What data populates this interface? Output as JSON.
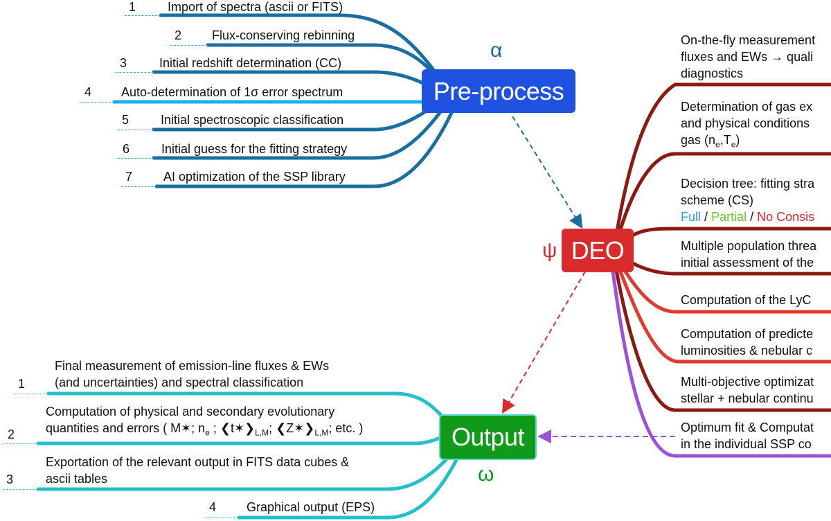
{
  "nodes": {
    "preprocess": {
      "label": "Pre-process",
      "greek": "α",
      "color": "#1f52e0"
    },
    "deo": {
      "label": "DEO",
      "greek": "ψ",
      "color": "#d92b2b"
    },
    "output": {
      "label": "Output",
      "greek": "ω",
      "color": "#119a1a"
    }
  },
  "preprocess_items": [
    {
      "num": "1",
      "text": "Import of spectra (ascii or FITS)"
    },
    {
      "num": "2",
      "text": "Flux-conserving rebinning"
    },
    {
      "num": "3",
      "text": "Initial redshift determination (CC)"
    },
    {
      "num": "4",
      "text": "Auto-determination of 1σ error spectrum"
    },
    {
      "num": "5",
      "text": "Initial spectroscopic classification"
    },
    {
      "num": "6",
      "text": "Initial guess for the fitting strategy"
    },
    {
      "num": "7",
      "text": "AI optimization of the SSP library"
    }
  ],
  "deo_items": [
    {
      "lines": [
        "On-the-fly measurement",
        "fluxes and EWs → quali",
        "diagnostics"
      ]
    },
    {
      "lines": [
        "Determination of gas ex",
        "and physical conditions",
        "gas (n",
        "e",
        ",T",
        "e",
        ")"
      ]
    },
    {
      "lines": [
        "Decision tree: fitting stra",
        "scheme (CS)"
      ],
      "legend": {
        "full": "Full",
        "sep": "/",
        "partial": "Partial",
        "no": "No Consis"
      }
    },
    {
      "lines": [
        "Multiple population threa",
        "initial assessment of the"
      ]
    },
    {
      "lines": [
        "Computation of the LyC"
      ]
    },
    {
      "lines": [
        "Computation of predicte",
        "luminosities & nebular c"
      ]
    },
    {
      "lines": [
        "Multi-objective optimizat",
        "stellar + nebular continu"
      ]
    },
    {
      "lines": [
        "Optimum fit & Computat",
        "in the individual SSP co"
      ]
    }
  ],
  "output_items": [
    {
      "num": "1",
      "line1": "Final measurement of emission-line fluxes & EWs",
      "line2": "(and uncertainties) and spectral classification"
    },
    {
      "num": "2",
      "line1": "Computation of physical and secondary evolutionary",
      "line2": "quantities and errors ( M✶; n",
      "l2b": "e",
      "l2c": " ; ❮t✶❯",
      "l2d": "L,M",
      "l2e": "; ❮Z✶❯",
      "l2f": "L,M",
      "l2g": "; etc. )"
    },
    {
      "num": "3",
      "line1": "Exportation of the relevant output in FITS data cubes &",
      "line2": "ascii tables"
    },
    {
      "num": "4",
      "line1": "Graphical output (EPS)",
      "line2": ""
    }
  ],
  "colors": {
    "pre_branch": "#1a6fa0",
    "pre_highlight": "#19b2e8",
    "deo_dark": "#8b1a12",
    "deo_light": "#e03a30",
    "deo_purple": "#9b52d6",
    "output_branch": "#22c0c8",
    "legend_full": "#22a7c9",
    "legend_partial": "#6ac729",
    "legend_no": "#d9262b"
  }
}
